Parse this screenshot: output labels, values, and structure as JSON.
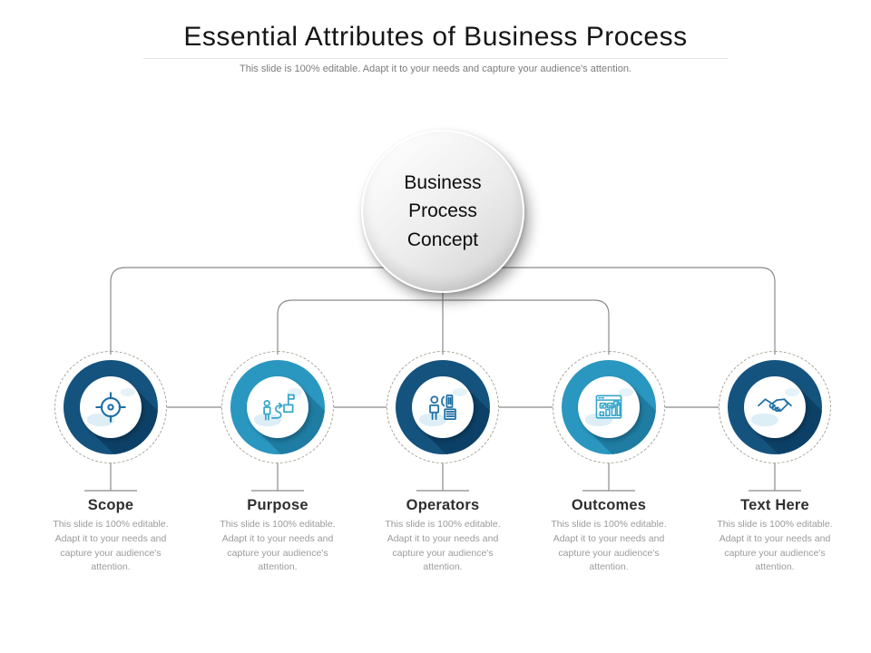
{
  "slide_title": "Essential Attributes of Business Process",
  "slide_subtitle": "This slide is 100% editable. Adapt it to your needs and capture your audience's attention.",
  "center_node": {
    "label": "Business Process Concept"
  },
  "nodes": [
    {
      "label": "Scope",
      "description": "This slide is 100% editable. Adapt it to your needs and capture your audience's attention.",
      "icon": "target-icon",
      "theme": "dark-blue"
    },
    {
      "label": "Purpose",
      "description": "This slide is 100% editable. Adapt it to your needs and capture your audience's attention.",
      "icon": "goal-path-icon",
      "theme": "teal"
    },
    {
      "label": "Operators",
      "description": "This slide is 100% editable. Adapt it to your needs and capture your audience's attention.",
      "icon": "call-operator-icon",
      "theme": "dark-blue"
    },
    {
      "label": "Outcomes",
      "description": "This slide is 100% editable. Adapt it to your needs and capture your audience's attention.",
      "icon": "report-chart-icon",
      "theme": "teal"
    },
    {
      "label": "Text Here",
      "description": "This slide is 100% editable. Adapt it to your needs and capture your audience's attention.",
      "icon": "handshake-icon",
      "theme": "dark-blue"
    }
  ],
  "colors": {
    "dark_blue": "#15537f",
    "dark_blue_shadow": "#0d4066",
    "teal": "#2a97c1",
    "teal_shadow": "#1f7ca3",
    "connector_gray": "#8b8b8b",
    "dashed_border": "#aaa396"
  }
}
